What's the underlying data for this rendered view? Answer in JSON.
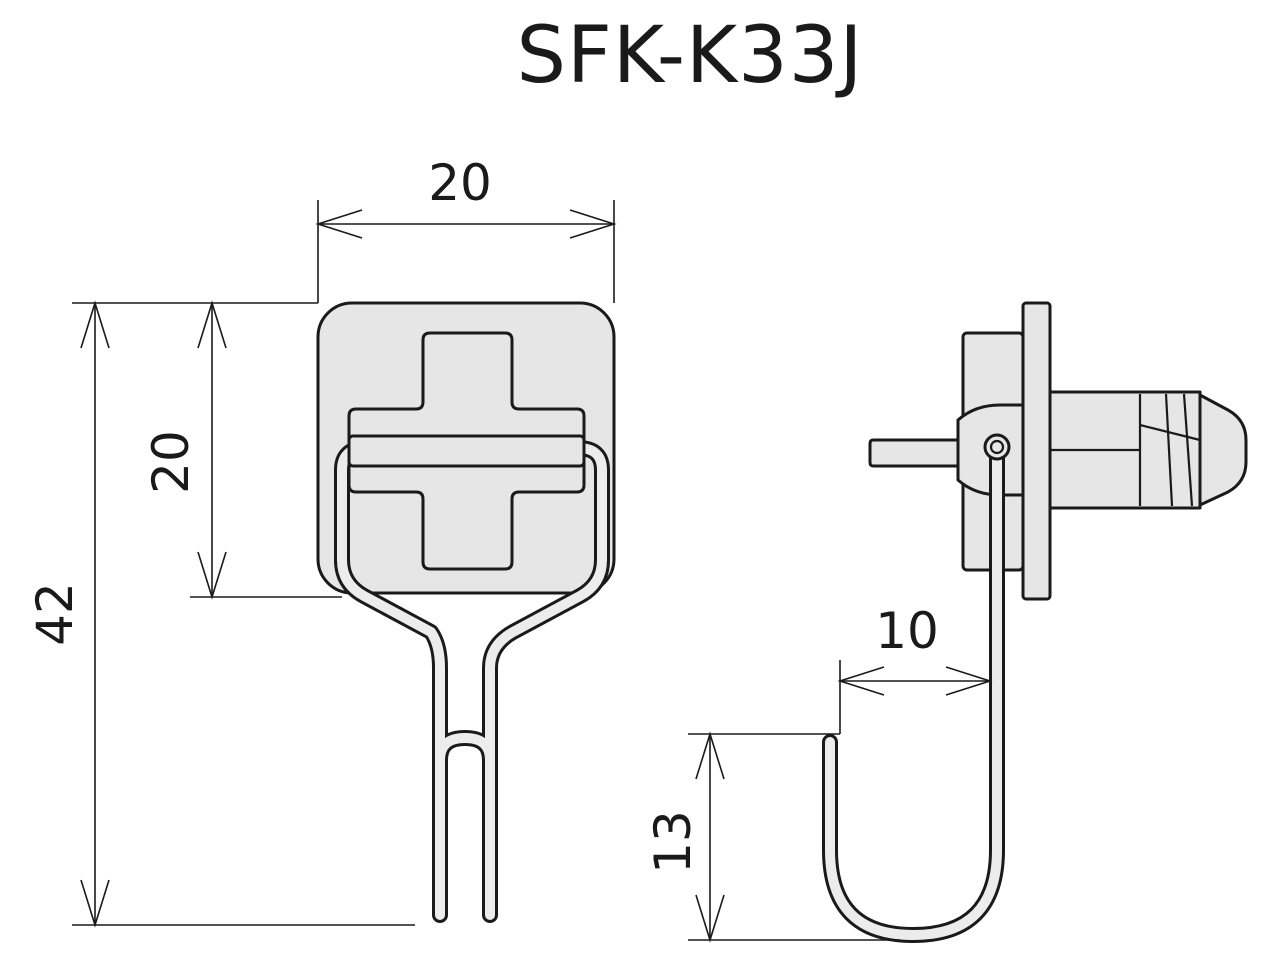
{
  "title": "SFK-K33J",
  "front_view": {
    "dim_width": "20",
    "dim_total_height": "42",
    "dim_head_height": "20"
  },
  "side_view": {
    "dim_hook_width": "10",
    "dim_hook_depth": "13"
  }
}
